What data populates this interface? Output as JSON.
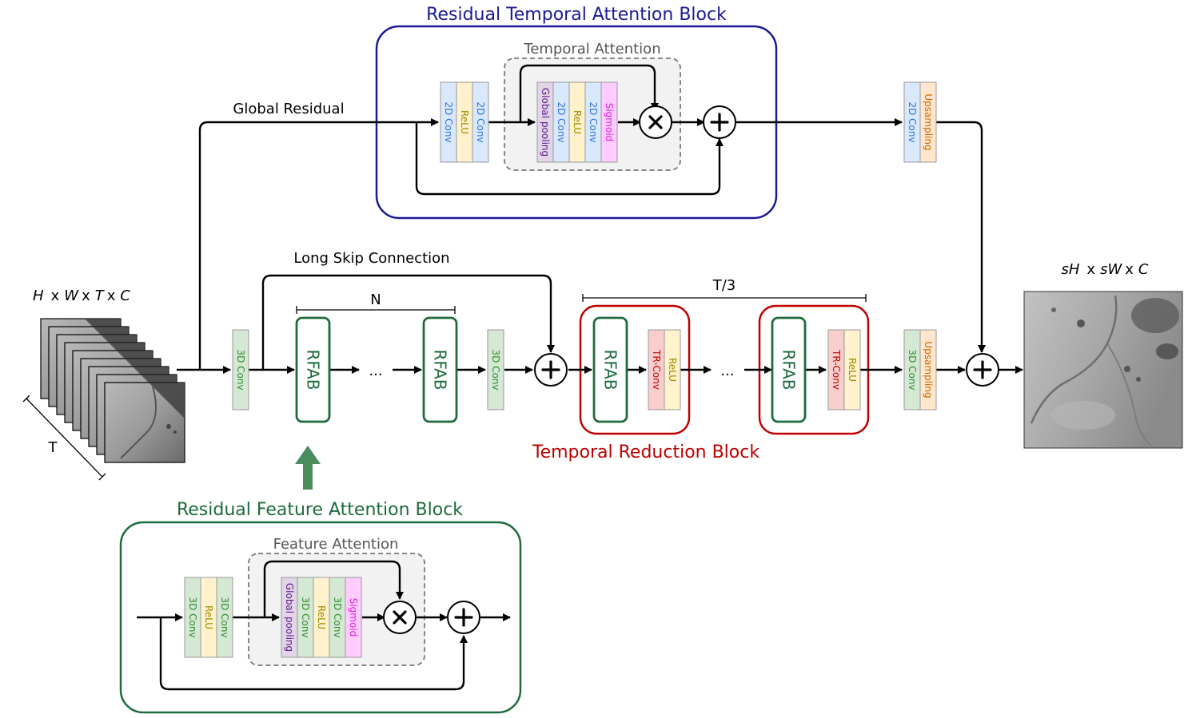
{
  "blocks": {
    "rtab_title": "Residual Temporal Attention Block",
    "trb_title": "Temporal Reduction Block",
    "rfab_title": "Residual Feature Attention Block",
    "temporal_attention": "Temporal Attention",
    "feature_attention": "Feature Attention"
  },
  "labels": {
    "global_residual": "Global Residual",
    "long_skip": "Long Skip Connection",
    "n": "N",
    "t3": "T/3",
    "t": "T",
    "ellipsis": "...",
    "rfab": "RFAB"
  },
  "input_dims": {
    "h": "H",
    "w": "W",
    "t": "T",
    "c": "C",
    "x": "x"
  },
  "output_dims": {
    "h": "sH",
    "w": "sW",
    "c": "C",
    "x": "x"
  },
  "layers": {
    "conv2d": "2D Conv",
    "conv3d": "3D Conv",
    "relu": "ReLU",
    "global_pooling": "Global pooling",
    "sigmoid": "Sigmoid",
    "tr_conv": "TR-Conv",
    "upsampling": "Upsampling"
  },
  "colors": {
    "rtab_border": "#1a1a96",
    "trb_border": "#c00000",
    "rfab_border": "#1e6b3c",
    "conv2d_fill": "#dae8fc",
    "conv2d_text": "#2e75d6",
    "conv3d_fill": "#d5e8d4",
    "conv3d_text": "#2e8b2e",
    "relu_fill": "#fff2cc",
    "relu_text": "#a08a00",
    "pool_fill": "#e1d5e7",
    "pool_text": "#5a1a8a",
    "sigmoid_fill": "#ffccff",
    "sigmoid_text": "#e020e0",
    "trconv_fill": "#f8cecc",
    "trconv_text": "#c00000",
    "ups_fill": "#ffe6cc",
    "ups_text": "#cc6600",
    "arrow_green": "#4a8c5c"
  }
}
